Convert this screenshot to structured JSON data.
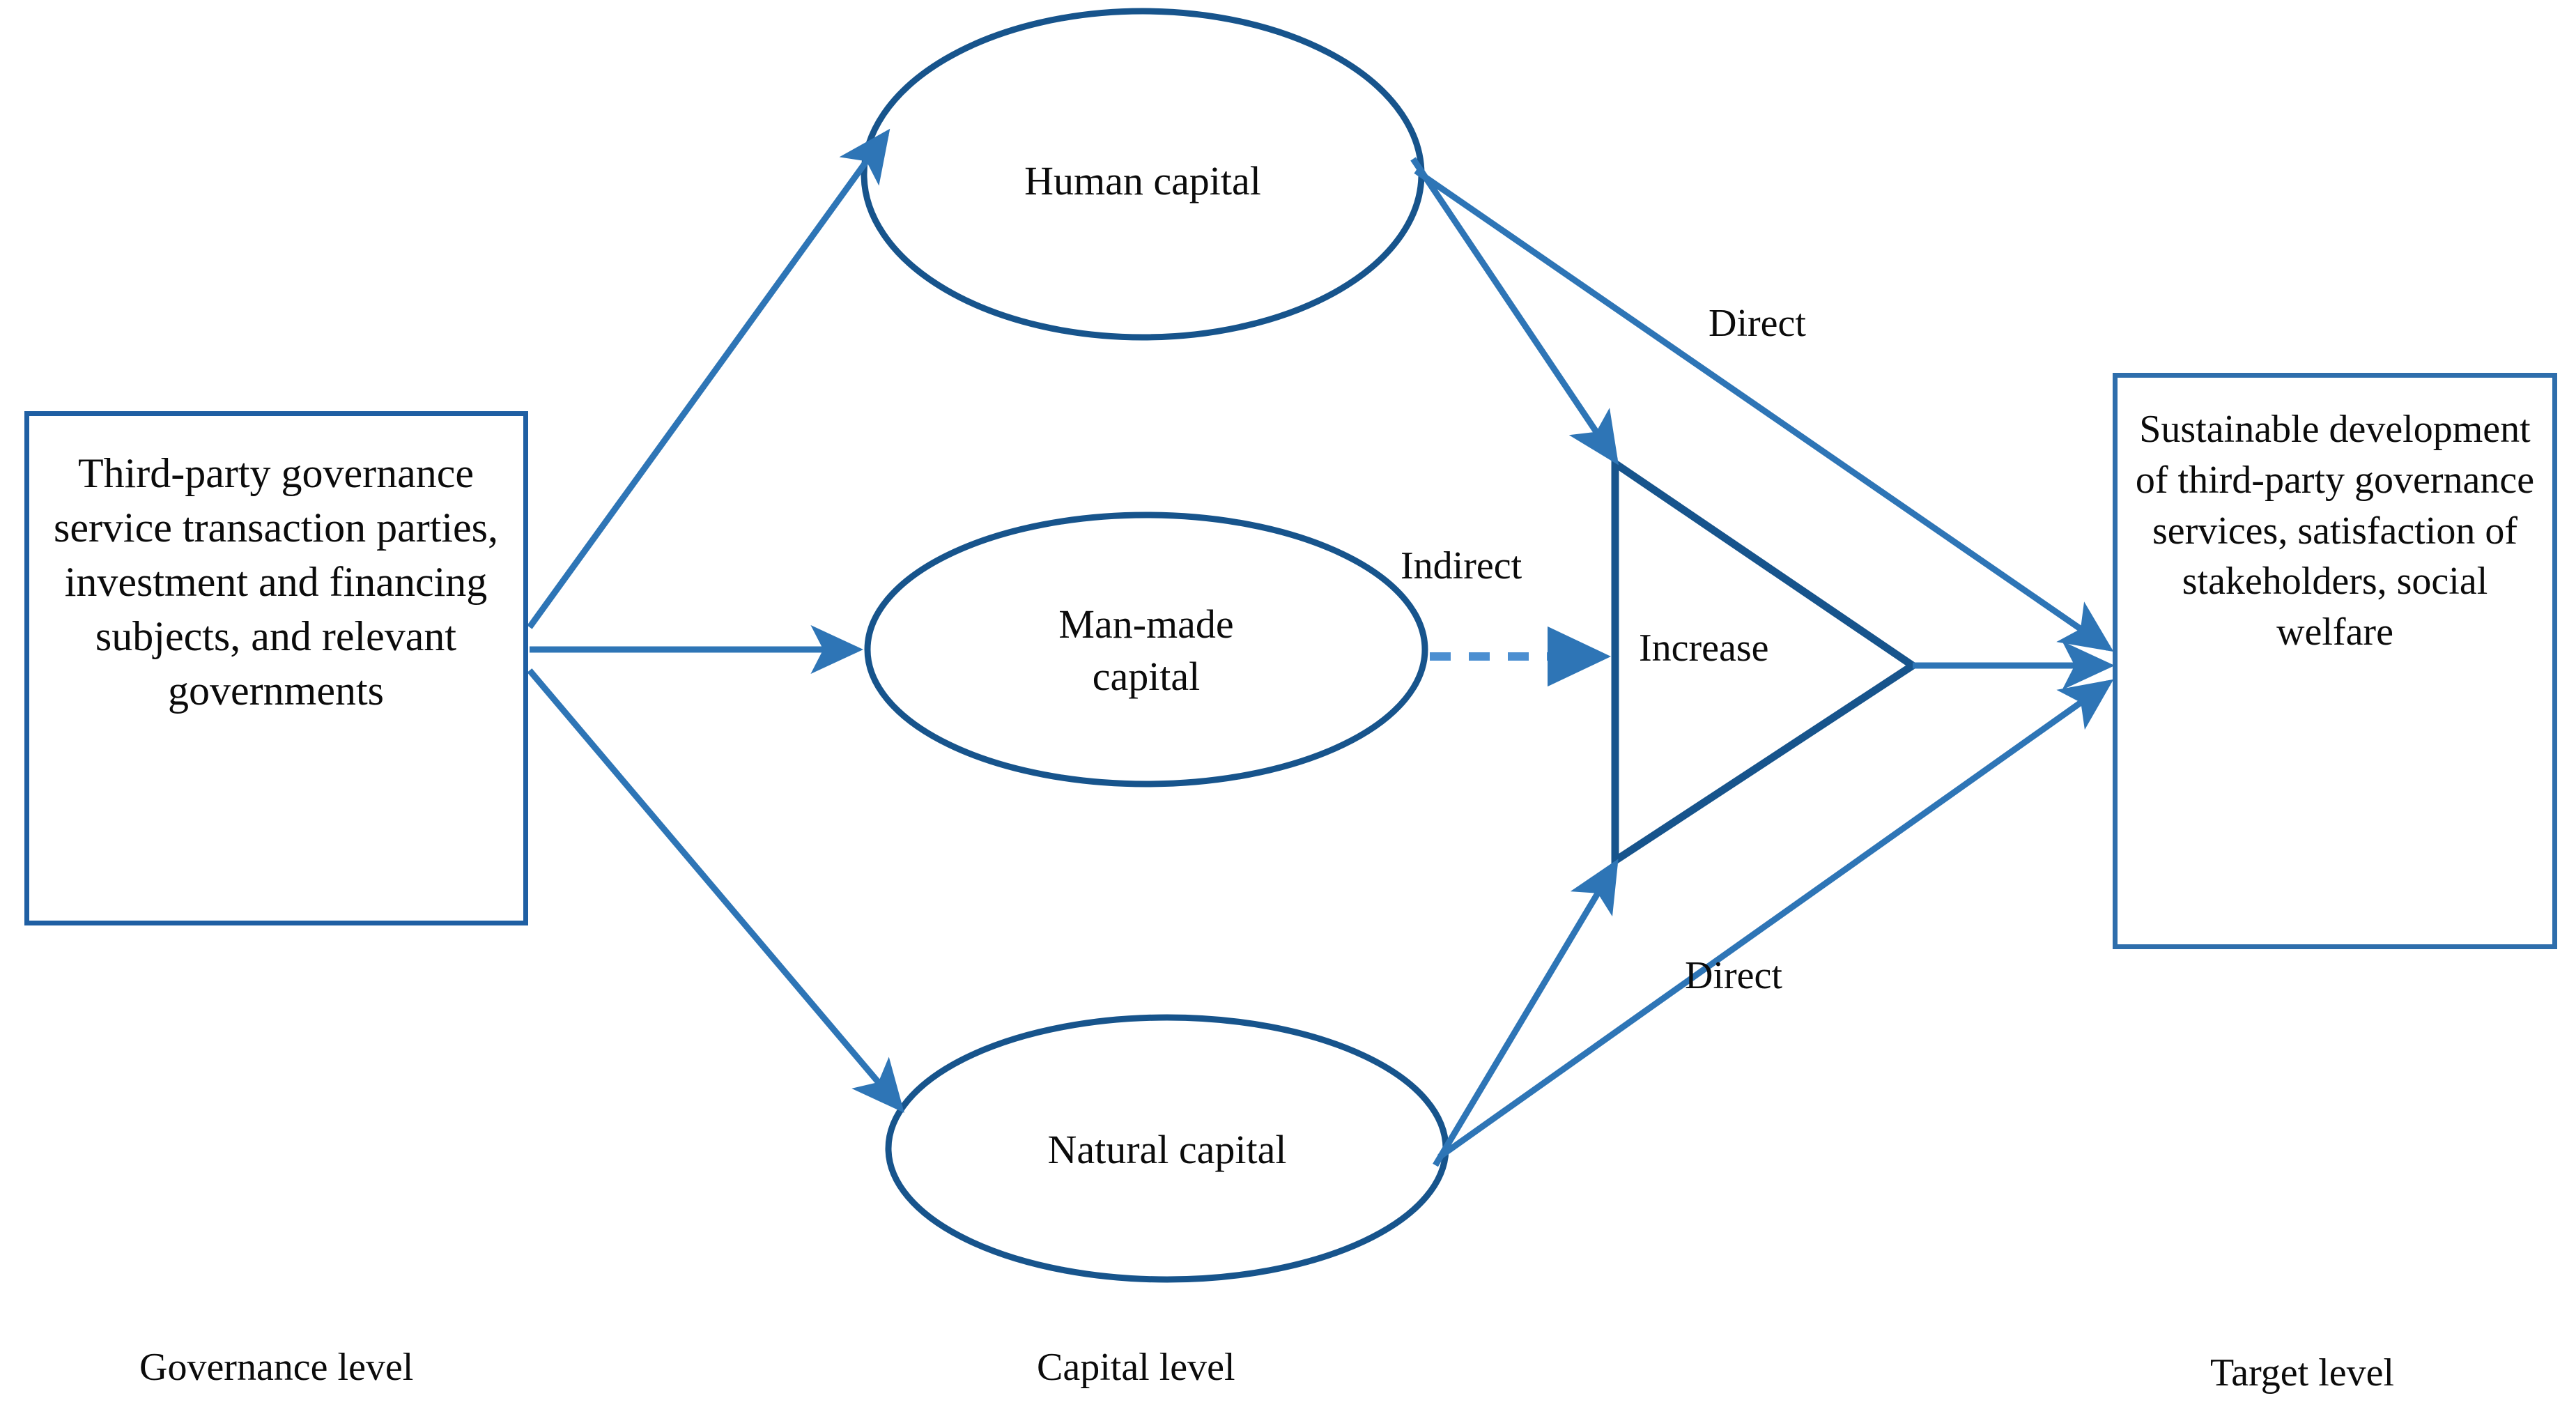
{
  "diagram": {
    "title": "Third-party governance capital pathway diagram",
    "colors": {
      "ellipse_stroke": "#17548C",
      "box_stroke": "#2E6EAC",
      "solid_arrow": "#2E75B6",
      "dashed_arrow": "#4C8FD1",
      "triangle_stroke": "#17548C",
      "text": "#0b0b0b",
      "background": "#ffffff"
    },
    "governance_box": {
      "text": "Third-party governance service transaction parties, investment and financing subjects, and relevant governments"
    },
    "target_box": {
      "text": "Sustainable development of third-party governance services, satisfaction of stakeholders, social welfare"
    },
    "capital_nodes": [
      {
        "id": "human",
        "label": "Human capital"
      },
      {
        "id": "manmade",
        "label": "Man-made\ncapital"
      },
      {
        "id": "natural",
        "label": "Natural capital"
      }
    ],
    "edge_labels": {
      "direct_top": "Direct",
      "direct_bottom": "Direct",
      "indirect": "Indirect",
      "increase": "Increase"
    },
    "level_captions": {
      "governance": "Governance level",
      "capital": "Capital level",
      "target": "Target level"
    }
  }
}
